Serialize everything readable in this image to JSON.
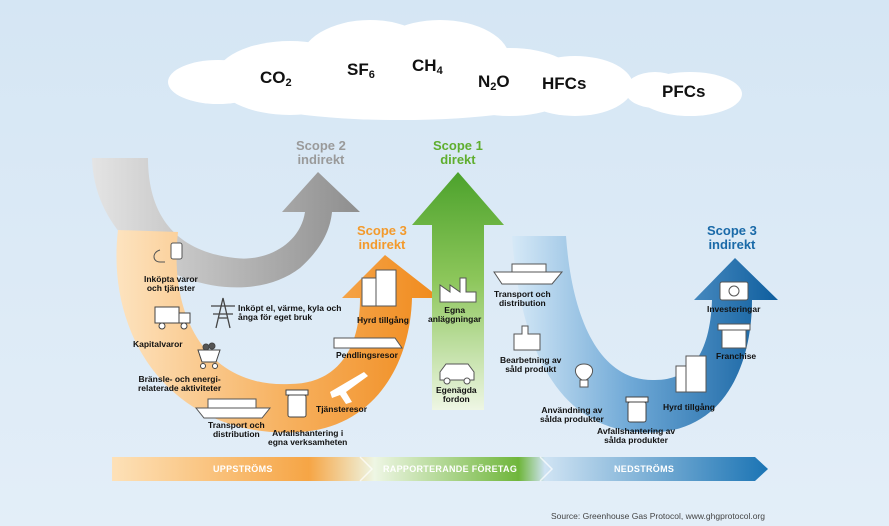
{
  "gases": [
    {
      "main": "CO",
      "sub": "2"
    },
    {
      "main": "SF",
      "sub": "6"
    },
    {
      "main": "CH",
      "sub": "4"
    },
    {
      "main": "N",
      "sub": "2",
      "tail": "O"
    },
    {
      "main": "HFCs",
      "sub": ""
    },
    {
      "main": "PFCs",
      "sub": ""
    }
  ],
  "scopes": {
    "scope2": {
      "title": "Scope 2",
      "subtitle": "indirekt",
      "color": "#9a9a9a"
    },
    "scope1": {
      "title": "Scope 1",
      "subtitle": "direkt",
      "color": "#5fae2e"
    },
    "scope3_up": {
      "title": "Scope 3",
      "subtitle": "indirekt",
      "color": "#f39a2c"
    },
    "scope3_down": {
      "title": "Scope 3",
      "subtitle": "indirekt",
      "color": "#1a6aa8"
    }
  },
  "upstream_items": {
    "purchased": "Inköpta varor\noch tjänster",
    "capital": "Kapitalvaror",
    "fuel": "Bränsle- och energi-\nrelaterade aktiviteter",
    "transport": "Transport och\ndistribution",
    "waste": "Avfallshantering i\negna verksamheten",
    "business_travel": "Tjänsteresor",
    "commuting": "Pendlingsresor",
    "leased": "Hyrd tillgång",
    "electricity": "Inköpt el, värme, kyla och\nånga för eget bruk"
  },
  "scope1_items": {
    "facilities": "Egna\nanläggningar",
    "vehicles": "Egenägda\nfordon"
  },
  "downstream_items": {
    "transport": "Transport och\ndistribution",
    "processing": "Bearbetning av\nsåld produkt",
    "use": "Användning av\nsålda produkter",
    "eol": "Avfallshantering av\nsålda produkter",
    "leased": "Hyrd tillgång",
    "franchise": "Franchise",
    "investments": "Investeringar"
  },
  "bottom_bar": {
    "upstream": "UPPSTRÖMS",
    "reporting": "RAPPORTERANDE FÖRETAG",
    "downstream": "NEDSTRÖMS",
    "colors": {
      "upstream": "#f6a545",
      "reporting": "#6fb63b",
      "downstream": "#1b74b4"
    }
  },
  "source": "Source: Greenhouse Gas Protocol, www.ghgprotocol.org",
  "icons": [
    "fuel-pump-icon",
    "truck-icon",
    "coal-cart-icon",
    "ship-icon",
    "trash-bin-icon",
    "airplane-icon",
    "train-icon",
    "office-building-icon",
    "power-pylon-icon",
    "factory-icon",
    "car-icon",
    "cargo-ship-icon",
    "processing-plant-icon",
    "light-bulb-icon",
    "shop-icon",
    "banknote-icon"
  ]
}
